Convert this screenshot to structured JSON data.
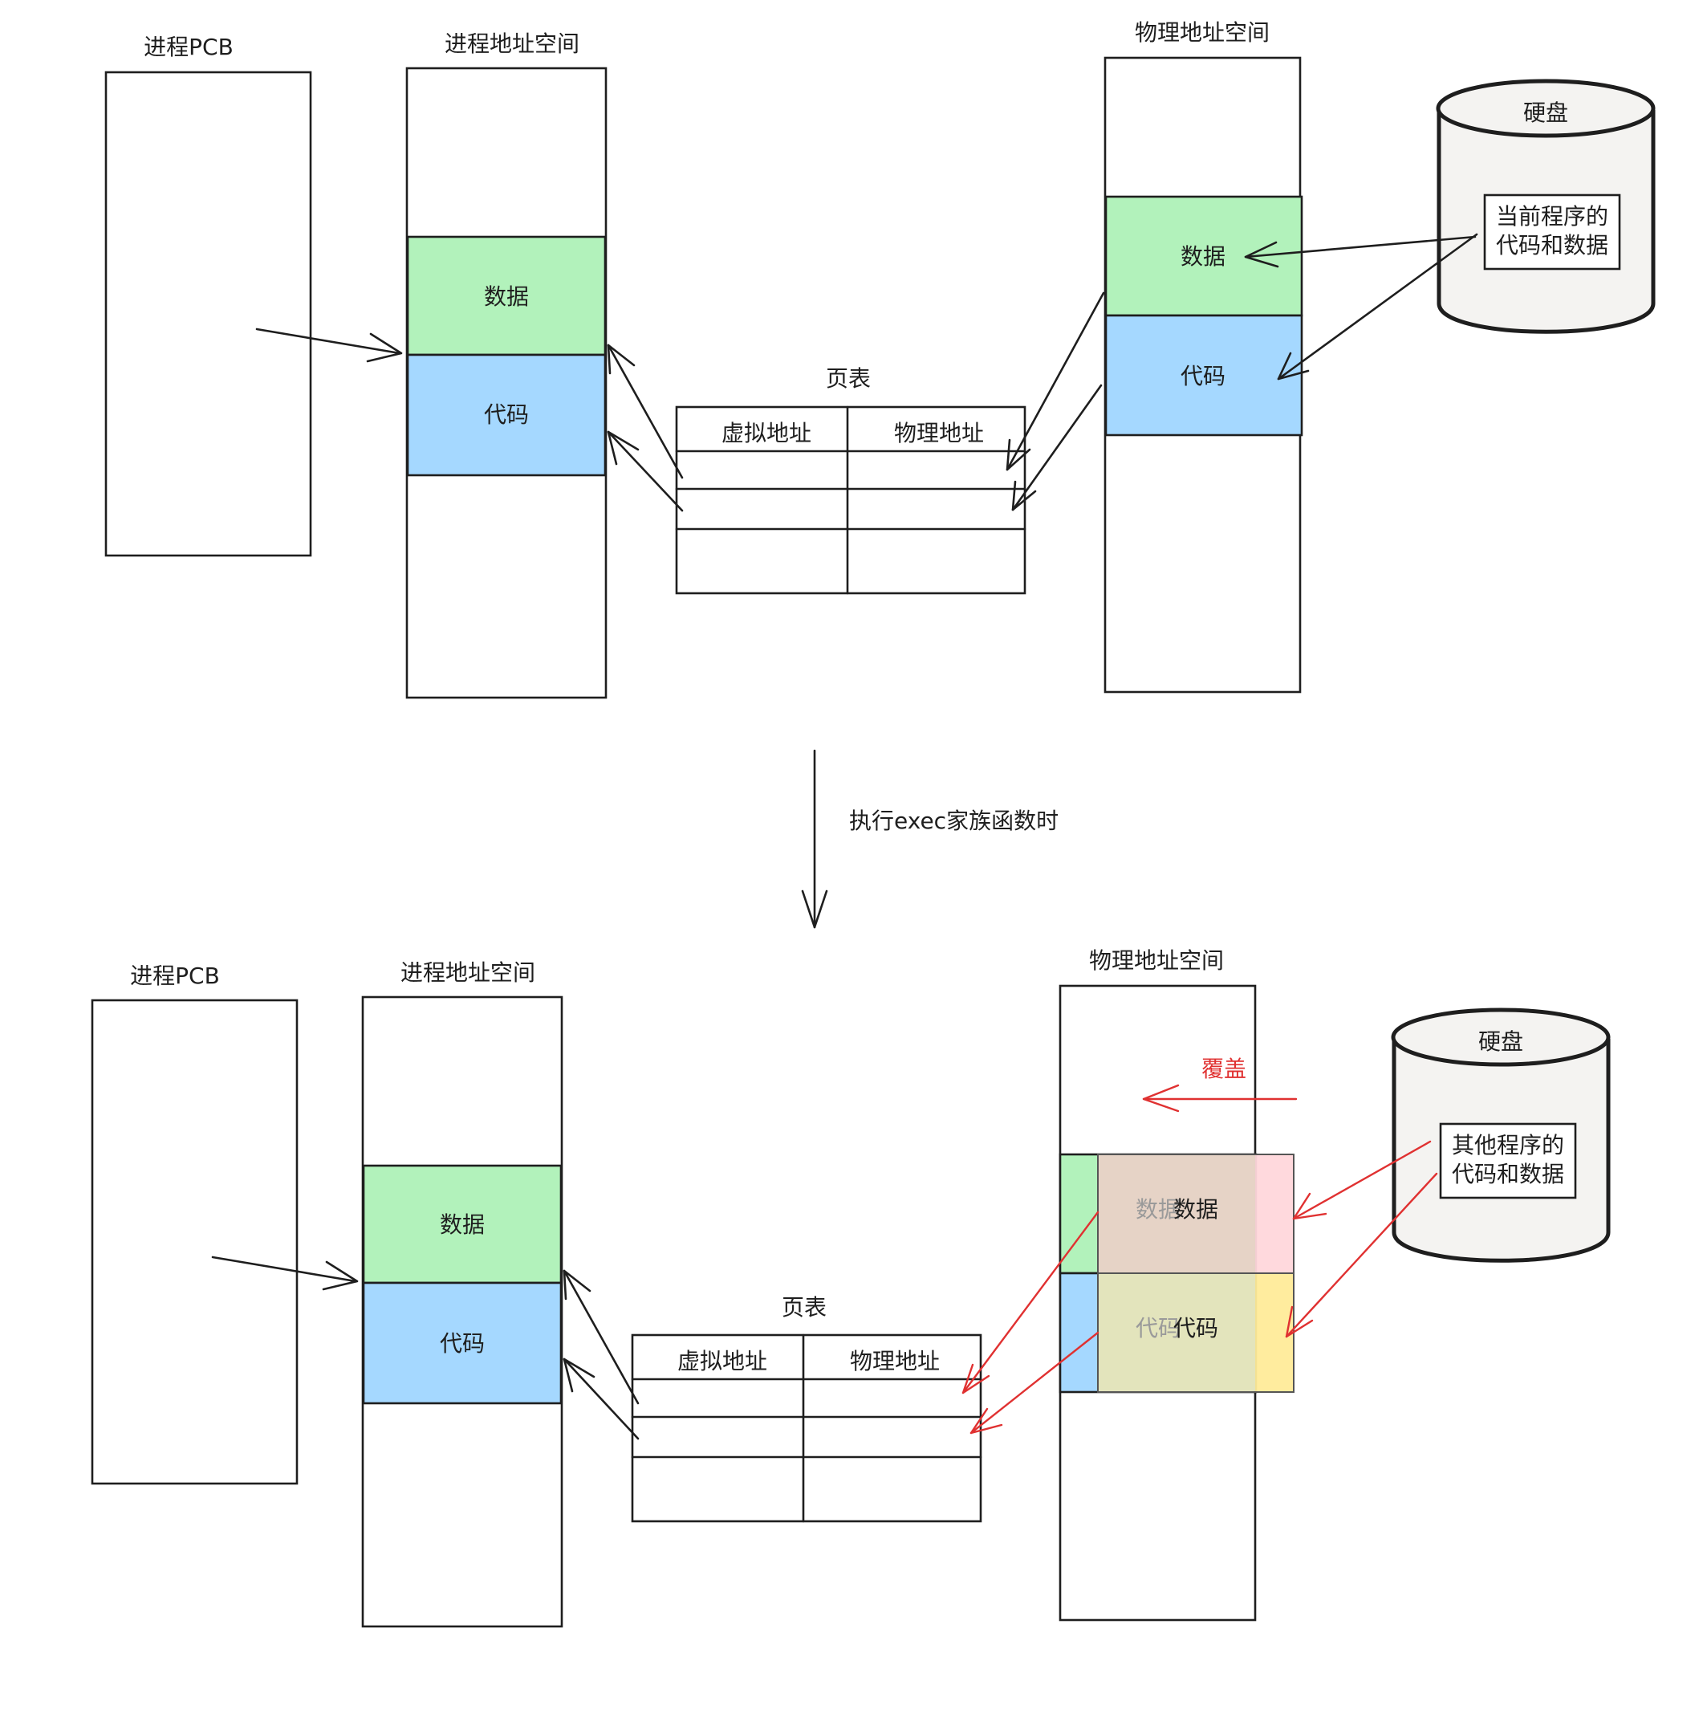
{
  "colors": {
    "data_fill": "#b2f2bb",
    "code_fill": "#a5d8ff",
    "overlay_data_fill": "#ffd8dc",
    "overlay_code_fill": "#ffec99",
    "overlay_data_blend": "#e6d3c6",
    "overlay_code_blend": "#e3e4bc",
    "arrow_red": "#e03131",
    "stroke": "#1e1e1e"
  },
  "top": {
    "pcb_title": "进程PCB",
    "vspace_title": "进程地址空间",
    "vspace_data": "数据",
    "vspace_code": "代码",
    "page_table_title": "页表",
    "pt_col_virtual": "虚拟地址",
    "pt_col_physical": "物理地址",
    "pspace_title": "物理地址空间",
    "pspace_data": "数据",
    "pspace_code": "代码",
    "disk_title": "硬盘",
    "disk_content_line1": "当前程序的",
    "disk_content_line2": "代码和数据"
  },
  "transition": {
    "label": "执行exec家族函数时"
  },
  "bottom": {
    "pcb_title": "进程PCB",
    "vspace_title": "进程地址空间",
    "vspace_data": "数据",
    "vspace_code": "代码",
    "page_table_title": "页表",
    "pt_col_virtual": "虚拟地址",
    "pt_col_physical": "物理地址",
    "pspace_title": "物理地址空间",
    "overwrite_label": "覆盖",
    "old_data": "数据",
    "old_code": "代码",
    "new_data": "数据",
    "new_code": "代码",
    "disk_title": "硬盘",
    "disk_content_line1": "其他程序的",
    "disk_content_line2": "代码和数据"
  }
}
